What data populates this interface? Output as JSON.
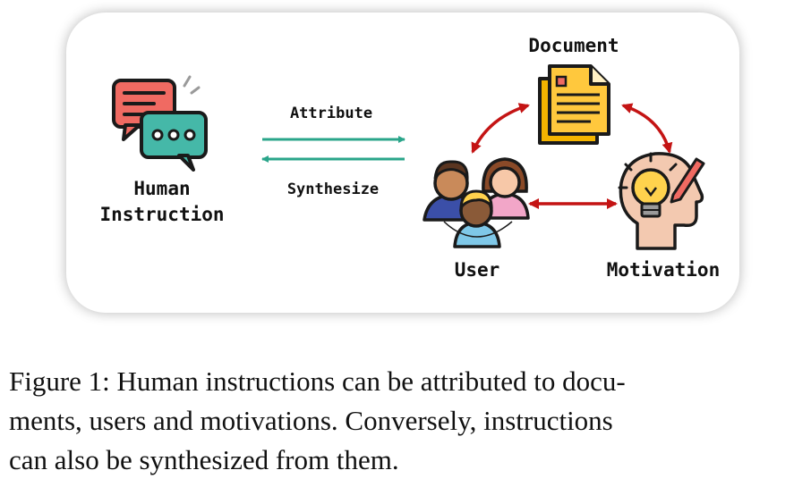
{
  "diagram": {
    "source_label_line1": "Human",
    "source_label_line2": "Instruction",
    "arrow_forward_label": "Attribute",
    "arrow_backward_label": "Synthesize",
    "node_document": "Document",
    "node_user": "User",
    "node_motivation": "Motivation",
    "colors": {
      "forward_arrow": "#2aa58a",
      "relation_arrow": "#c41414",
      "document_fill": "#ffc83d",
      "bubble_red": "#f06a62",
      "bubble_teal": "#45b8a8"
    }
  },
  "caption": {
    "line1": "Figure 1: Human instructions can be attributed to docu-",
    "line2": "ments, users and motivations. Conversely, instructions",
    "line3": "can also be synthesized from them."
  }
}
